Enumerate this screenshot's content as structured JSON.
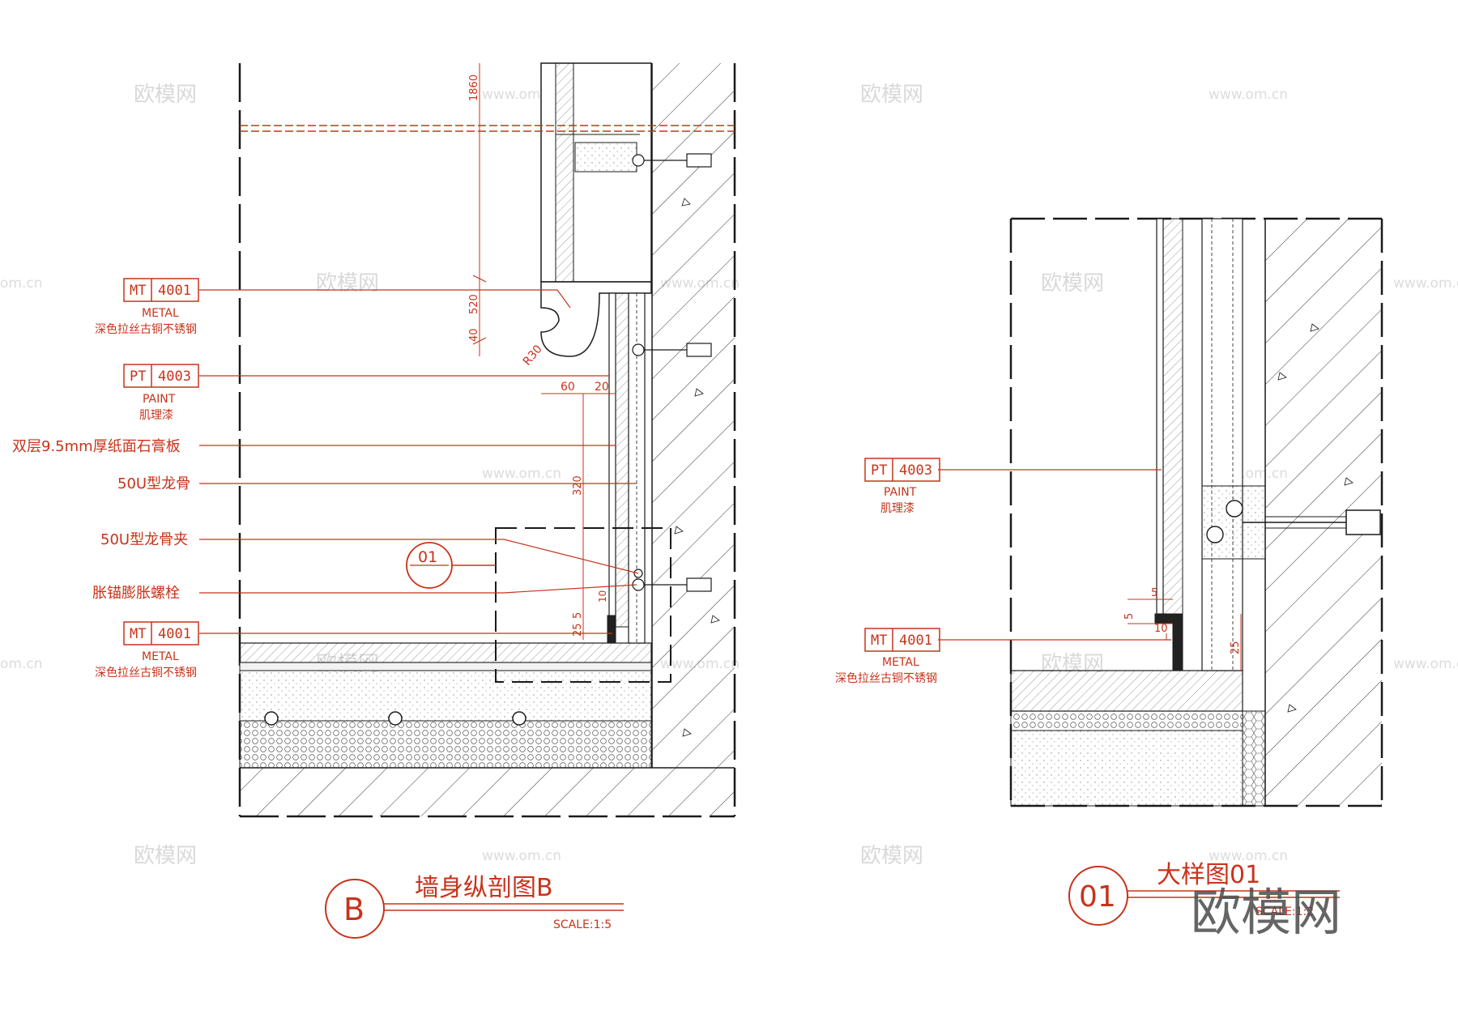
{
  "watermark": {
    "cn": "欧模网",
    "url": "www.om.cn",
    "url_short": "om.cn",
    "big": "欧模网"
  },
  "section_b": {
    "dims": {
      "d1860": "1860",
      "d520": "520",
      "d40": "40",
      "r30": "R30",
      "d60": "60",
      "d20": "20",
      "d320": "320",
      "d25": "25",
      "d5": "5",
      "d10": "10"
    },
    "tags": [
      {
        "code": "MT",
        "num": "4001",
        "en": "METAL",
        "cn": "深色拉丝古铜不锈钢"
      },
      {
        "code": "PT",
        "num": "4003",
        "en": "PAINT",
        "cn": "肌理漆"
      },
      {
        "code": "MT",
        "num": "4001",
        "en": "METAL",
        "cn": "深色拉丝古铜不锈钢"
      }
    ],
    "notes": [
      "双层9.5mm厚纸面石膏板",
      "50U型龙骨",
      "50U型龙骨夹",
      "胀锚膨胀螺栓"
    ],
    "callout": "01",
    "title": {
      "letter": "B",
      "name": "墙身纵剖图B",
      "scale": "SCALE:1:5"
    }
  },
  "detail_01": {
    "dims": {
      "d5a": "5",
      "d5b": "5",
      "d10": "10",
      "d25": "25"
    },
    "tags": [
      {
        "code": "PT",
        "num": "4003",
        "en": "PAINT",
        "cn": "肌理漆"
      },
      {
        "code": "MT",
        "num": "4001",
        "en": "METAL",
        "cn": "深色拉丝古铜不锈钢"
      }
    ],
    "title": {
      "num": "01",
      "name": "大样图01",
      "scale": "SCALE:1:2"
    }
  },
  "colors": {
    "accent": "#c8331b",
    "line": "#1a1a1a"
  }
}
